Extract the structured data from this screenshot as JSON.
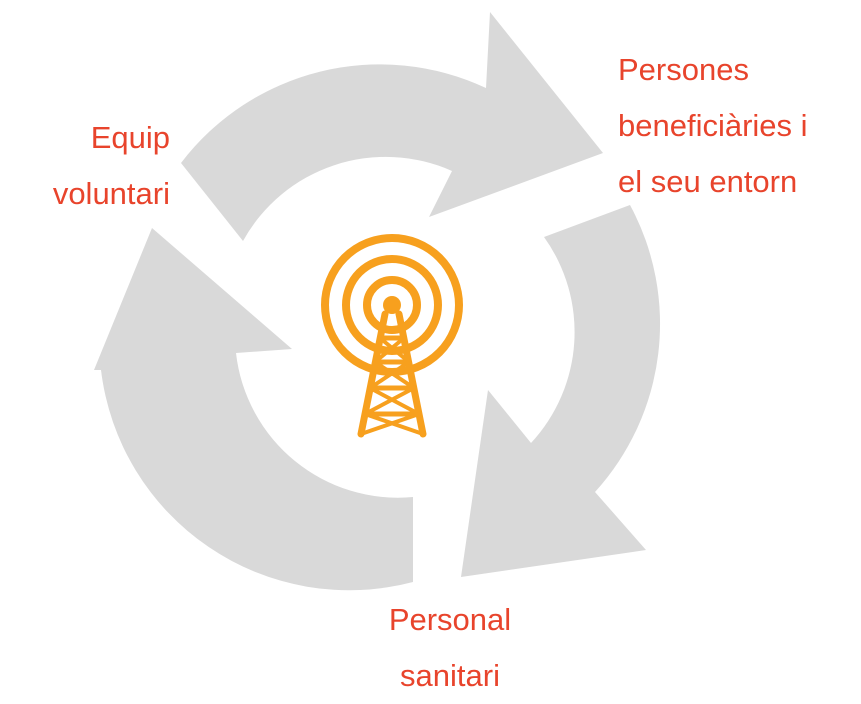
{
  "diagram": {
    "nodes": [
      {
        "id": "volunteer",
        "lines": [
          "Equip",
          "voluntari"
        ]
      },
      {
        "id": "beneficiaries",
        "lines": [
          "Persones",
          "beneficiàries i",
          "el seu entorn"
        ]
      },
      {
        "id": "health",
        "lines": [
          "Personal",
          "sanitari"
        ]
      }
    ],
    "center_icon": "radio-tower-icon",
    "colors": {
      "arrows": "#d9d9d9",
      "labels": "#e8442c",
      "icon": "#f7a01e"
    }
  }
}
